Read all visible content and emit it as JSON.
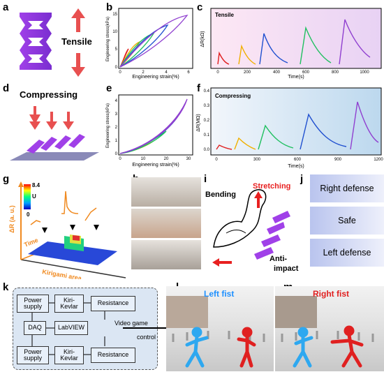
{
  "panels": {
    "a": "a",
    "b": "b",
    "c": "c",
    "d": "d",
    "e": "e",
    "f": "f",
    "g": "g",
    "h": "h",
    "i": "i",
    "j": "j",
    "k": "k",
    "l": "l",
    "m": "m"
  },
  "a": {
    "label": "Tensile"
  },
  "b": {
    "ylabel": "Engineering stress(kPa)",
    "xlabel": "Engineering strain(%)",
    "xticks": [
      "0",
      "2",
      "4",
      "6"
    ],
    "yticks": [
      "0",
      "5",
      "10",
      "15"
    ]
  },
  "c": {
    "title": "Tensile",
    "ylabel": "ΔR(kΩ)",
    "xlabel": "Time(s)",
    "xticks": [
      "0",
      "200",
      "400",
      "600",
      "800",
      "1000"
    ]
  },
  "d": {
    "label": "Compressing"
  },
  "e": {
    "ylabel": "Engineering stress(kPa)",
    "xlabel": "Engineering strain(%)",
    "xticks": [
      "0",
      "10",
      "20",
      "30"
    ],
    "yticks": [
      "0",
      "1",
      "2",
      "3",
      "4"
    ]
  },
  "f": {
    "title": "Compressing",
    "ylabel": "ΔR(MΩ)",
    "xlabel": "Time(s)",
    "xticks": [
      "0",
      "300",
      "600",
      "900",
      "1200"
    ],
    "yticks": [
      "0.0",
      "0.1",
      "0.2",
      "0.3",
      "0.4"
    ]
  },
  "g": {
    "ylabel": "ΔR (a. u.)",
    "time": "Time",
    "xlabel": "Kirigami area",
    "cb_max": "8.4",
    "cb_min": "0",
    "cb_unit": "U"
  },
  "i": {
    "bending": "Bending",
    "stretching": "Stretching",
    "anti": "Anti-",
    "impact": "impact"
  },
  "j": {
    "items": [
      "Right defense",
      "Safe",
      "Left defense"
    ]
  },
  "k": {
    "power1": "Power\nsupply",
    "kiri1": "Kiri-\nKevlar",
    "res1": "Resistance",
    "daq": "DAQ",
    "labview": "LabVIEW",
    "power2": "Power\nsupply",
    "kiri2": "Kiri-\nKevlar",
    "res2": "Resistance",
    "video": "Video game",
    "control": "control"
  },
  "l": {
    "title": "Left fist"
  },
  "m": {
    "title": "Right fist"
  }
}
